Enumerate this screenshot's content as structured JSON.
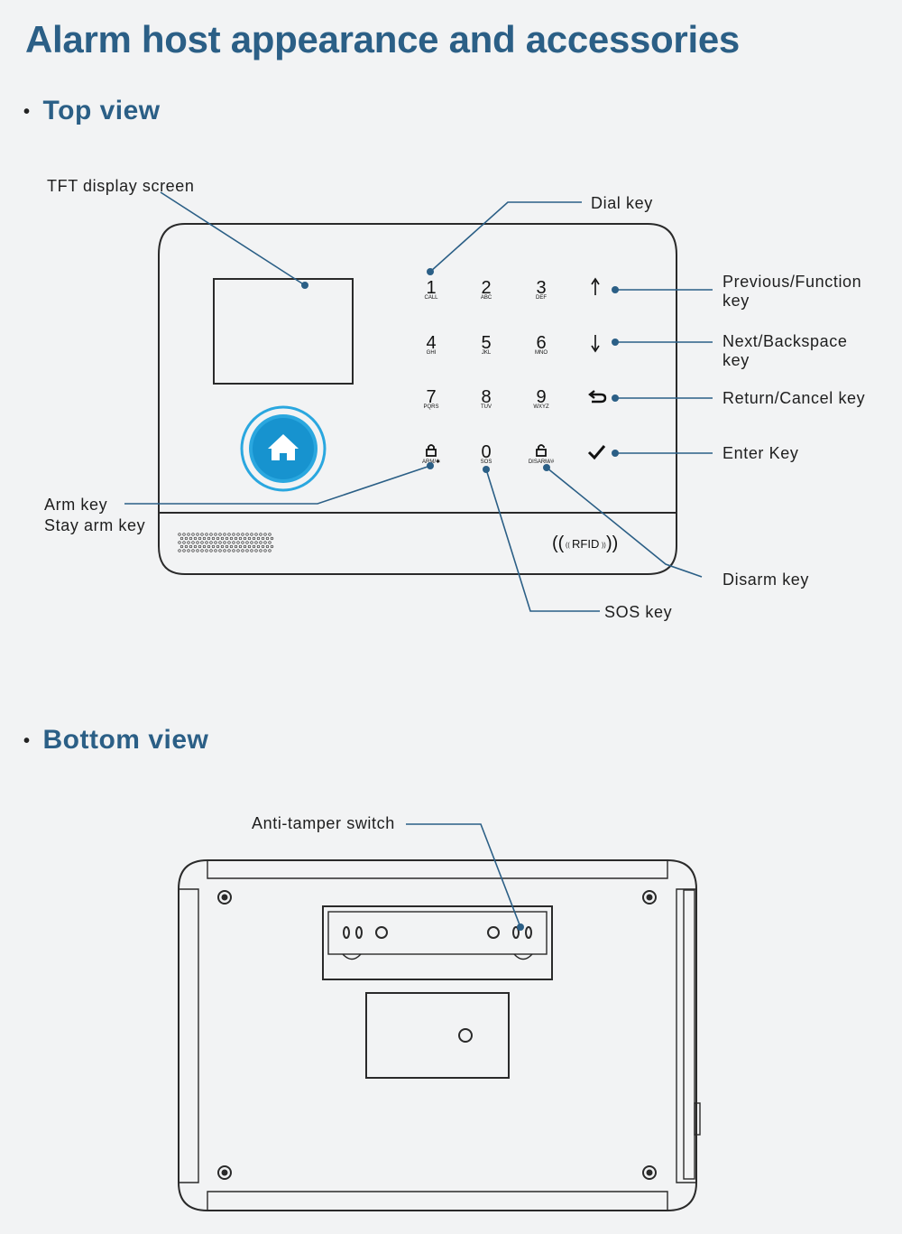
{
  "title": "Alarm host appearance and accessories",
  "top_view": {
    "heading": "Top view",
    "callouts": {
      "tft": "TFT display screen",
      "dial": "Dial key",
      "previous_line1": "Previous/Function",
      "previous_line2": "key",
      "next_line1": "Next/Backspace",
      "next_line2": "key",
      "return_cancel": "Return/Cancel key",
      "enter": "Enter Key",
      "arm_line1": "Arm key",
      "arm_line2": "Stay arm key",
      "disarm": "Disarm key",
      "sos": "SOS key"
    },
    "keypad": [
      {
        "num": "1",
        "sub": "CALL"
      },
      {
        "num": "2",
        "sub": "ABC"
      },
      {
        "num": "3",
        "sub": "DEF"
      },
      {
        "num": "4",
        "sub": "GHI"
      },
      {
        "num": "5",
        "sub": "JKL"
      },
      {
        "num": "6",
        "sub": "MNO"
      },
      {
        "num": "7",
        "sub": "PQRS"
      },
      {
        "num": "8",
        "sub": "TUV"
      },
      {
        "num": "9",
        "sub": "WXYZ"
      },
      {
        "num": "",
        "sub": "ARM/✱",
        "icon": "lock-icon"
      },
      {
        "num": "0",
        "sub": "SOS"
      },
      {
        "num": "",
        "sub": "DISARM/#",
        "icon": "unlock-icon"
      }
    ],
    "function_keys": [
      "up-arrow-icon",
      "down-arrow-icon",
      "return-arrow-icon",
      "checkmark-icon"
    ],
    "rfid_label": "RFID"
  },
  "bottom_view": {
    "heading": "Bottom view",
    "callouts": {
      "anti_tamper": "Anti-tamper switch"
    }
  },
  "colors": {
    "heading": "#2b5f86",
    "leader_line": "#2b5f86",
    "home_ring": "#2aa7df",
    "outline": "#2a2a2a"
  }
}
